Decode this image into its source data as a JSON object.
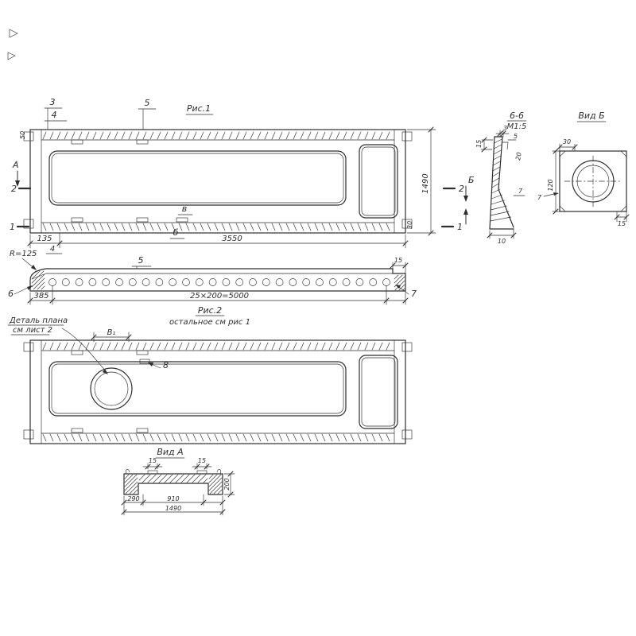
{
  "colors": {
    "ink": "#2e2e2e",
    "paper": "#ffffff"
  },
  "fig1": {
    "title": "Рис.1",
    "callout_3": "3",
    "callout_4": "4",
    "callout_5": "5",
    "view_arrow_a": "А",
    "cut_2_left": "2",
    "cut_1_left": "1",
    "cut_2_right": "2",
    "cut_1_right": "1",
    "view_arrow_b": "Б",
    "callout_v": "в",
    "callout_b": "б",
    "dim_135": "135",
    "pos_4": "4",
    "dim_3550": "3550",
    "dim_1490": "1490",
    "dim_50": "50",
    "dim_30": "30"
  },
  "fig2": {
    "radius": "R=125",
    "callout_5": "5",
    "dim_15": "15",
    "pos_6": "6",
    "pos_7": "7",
    "dim_385": "385",
    "dim_holes": "25×200=5000",
    "hole_count": 26,
    "title": "Рис.2",
    "note": "остальное см рис 1"
  },
  "fig3": {
    "note_line1": "Деталь плана",
    "note_line2": "см лист 2",
    "dim_b1": "В₁",
    "callout_8": "8"
  },
  "view_a": {
    "title": "Вид А",
    "dim_15_left": "15",
    "dim_15_right": "15",
    "dim_200": "200",
    "dim_290": "290",
    "dim_910": "910",
    "dim_1490": "1490"
  },
  "section_66": {
    "title": "6-6",
    "scale": "М1:5",
    "dim_15": "15",
    "dim_3": "3",
    "dim_5": "5",
    "dim_20": "20",
    "dim_7": "7",
    "dim_10": "10"
  },
  "view_b": {
    "title": "Вид Б",
    "dim_30": "30",
    "dim_120": "120",
    "dim_7": "7",
    "dim_15": "15"
  }
}
